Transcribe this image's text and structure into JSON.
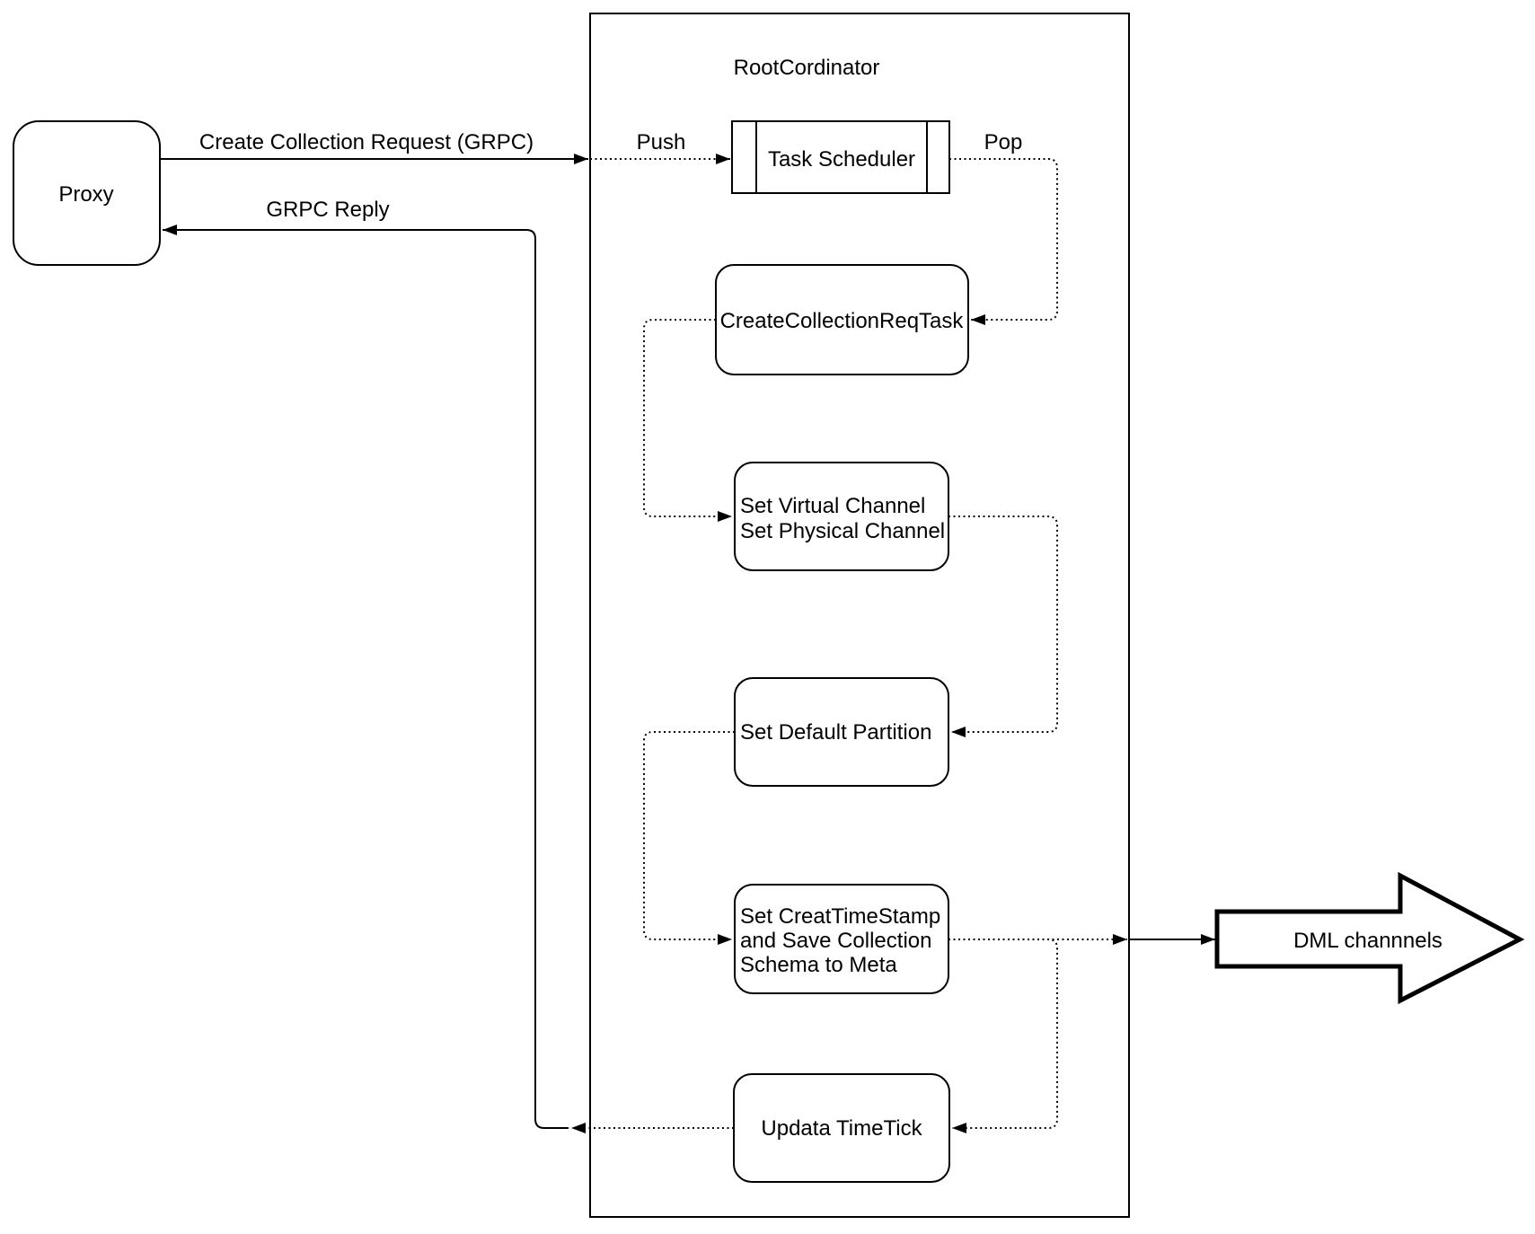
{
  "diagram": {
    "container_title": "RootCordinator",
    "nodes": {
      "proxy": {
        "label": "Proxy"
      },
      "task_scheduler": {
        "label": "Task Scheduler"
      },
      "create_collection_req_task": {
        "label": "CreateCollectionReqTask"
      },
      "set_channels": {
        "lines": [
          "Set Virtual Channel",
          "Set Physical Channel"
        ]
      },
      "set_default_partition": {
        "label": "Set Default Partition"
      },
      "set_timestamp": {
        "lines": [
          "Set CreatTimeStamp",
          "and Save Collection",
          "Schema to Meta"
        ]
      },
      "updata_timetick": {
        "label": "Updata TimeTick"
      },
      "dml_channels": {
        "label": "DML channnels"
      }
    },
    "edge_labels": {
      "create_collection_request": "Create Collection Request (GRPC)",
      "grpc_reply": "GRPC Reply",
      "push": "Push",
      "pop": "Pop"
    },
    "colors": {
      "stroke": "#000000",
      "background": "#ffffff"
    }
  }
}
